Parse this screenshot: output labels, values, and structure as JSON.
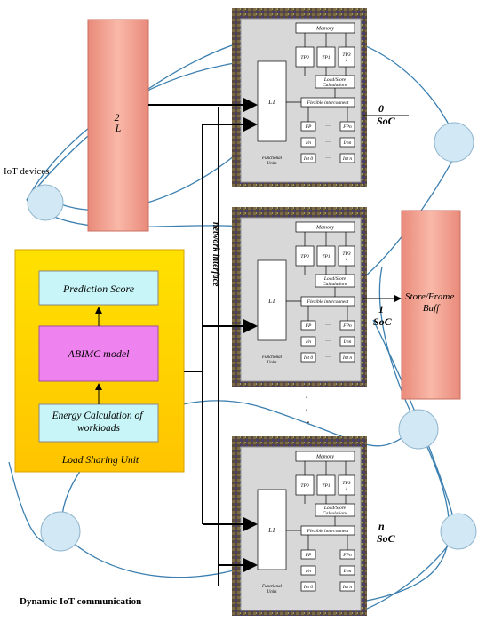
{
  "labels": {
    "l2": "2\nL",
    "iot_devices": "IoT devices",
    "dynamic": "Dynamic IoT communication",
    "store_frame": "Store/Frame\nBuff",
    "soc0": "0\nSoC",
    "soc1": "1\nSoC",
    "socn": "n\nSoC",
    "network": "network interface"
  },
  "load_sharing": {
    "title": "Load Sharing Unit",
    "prediction": "Prediction Score",
    "abimc": "ABIMC model",
    "energy": "Energy Calculation of\nworkloads"
  },
  "chip": {
    "memory": "Memory",
    "tp0": "TP0",
    "tp1": "TP1",
    "tp3": "TP3\n1",
    "load_store": "Load/Store\nCalculations",
    "flexible": "Flexible interconnect",
    "l1": "L1",
    "functional": "Functional\nUnits",
    "fp": "FP",
    "fpn": "FPn",
    "in_a": "I/n",
    "in_b": "I/nn",
    "int0": "Int 0",
    "intn": "Int n",
    "dots": "…"
  },
  "vertical_dots": "·\n·\n·",
  "colors": {
    "l2_fill": "#f7a898",
    "store_fill": "#f7a898",
    "lsu_outer": "#ffd700",
    "lsu_inner": "#ffec5a",
    "pred_fill": "#c8f5f7",
    "abimc_fill": "#ee82ee",
    "circle_fill": "#d2e8f4",
    "circle_stroke": "#8fb6cf",
    "wire": "#3a7fb0",
    "chip_bg": "#d8d8d8"
  }
}
